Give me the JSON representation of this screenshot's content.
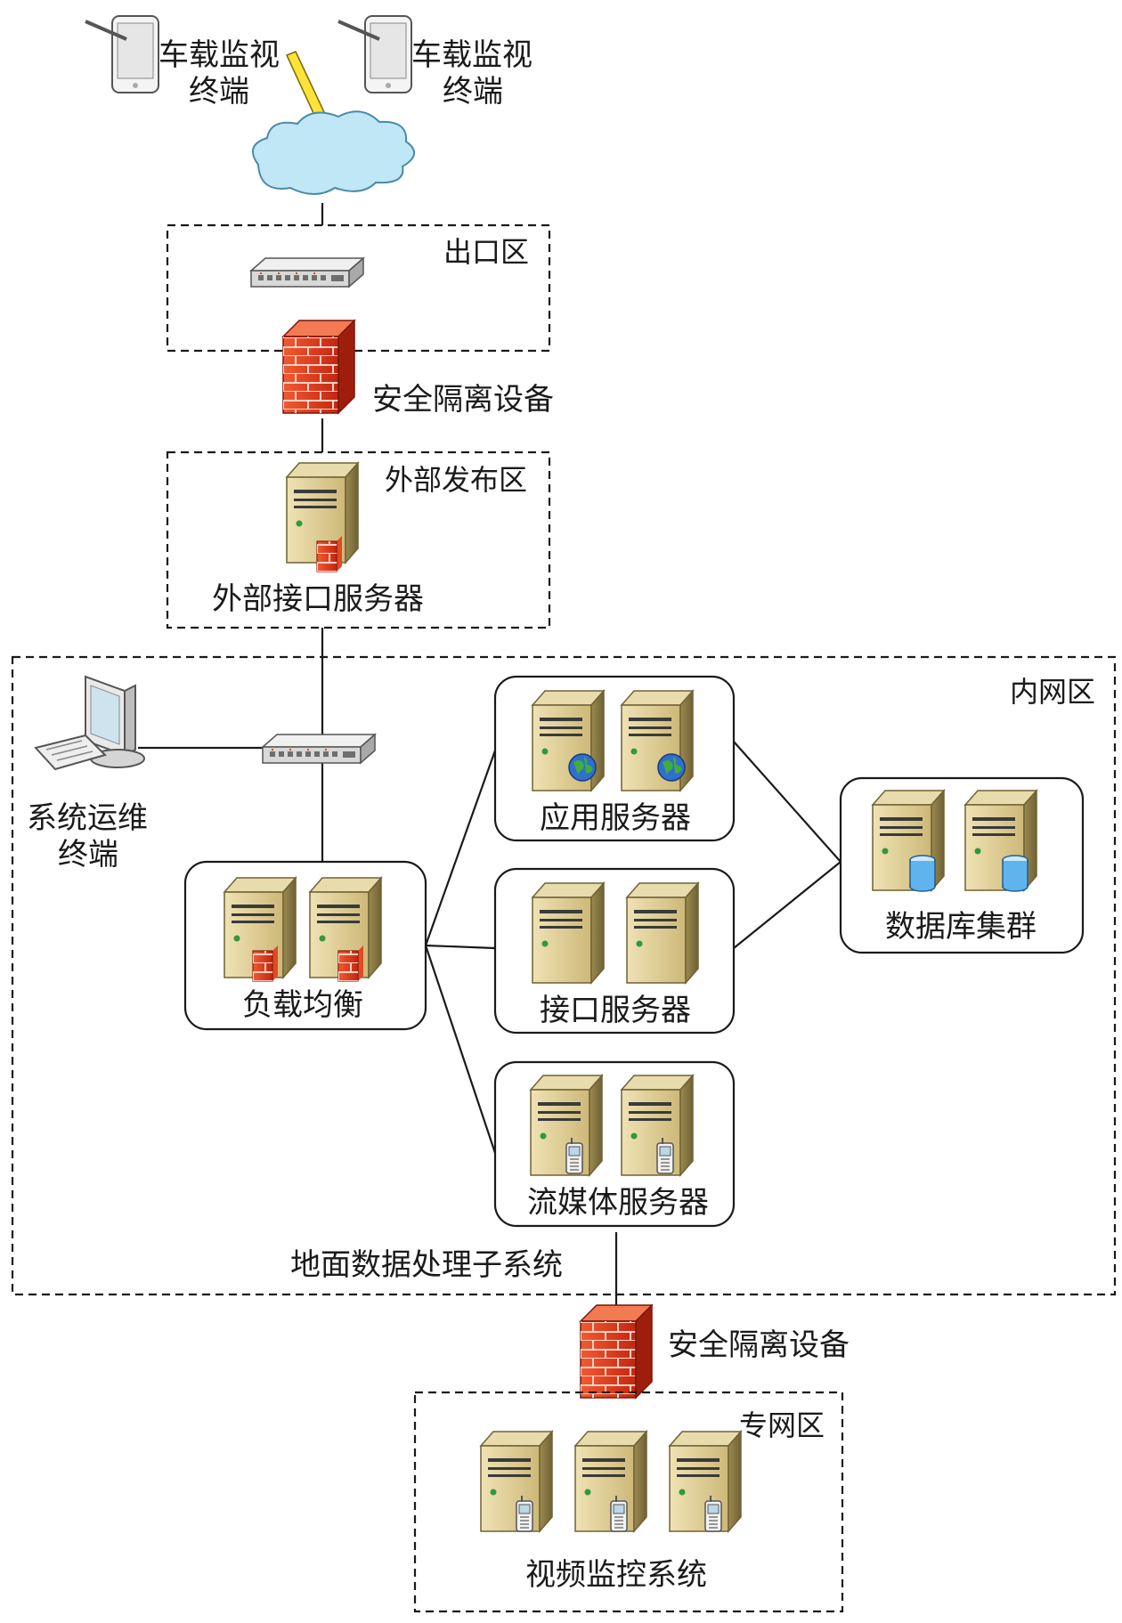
{
  "labels": {
    "terminal_1": [
      "车载监视",
      "终端"
    ],
    "terminal_2": [
      "车载监视",
      "终端"
    ],
    "exit_zone": "出口区",
    "firewall_top": "安全隔离设备",
    "external_zone": "外部发布区",
    "external_interface_server": "外部接口服务器",
    "intranet_zone": "内网区",
    "ops_terminal": [
      "系统运维",
      "终端"
    ],
    "load_balancer": "负载均衡",
    "app_server": "应用服务器",
    "interface_server": "接口服务器",
    "streaming_server": "流媒体服务器",
    "database_cluster": "数据库集群",
    "ground_subsystem": "地面数据处理子系统",
    "firewall_bottom": "安全隔离设备",
    "private_zone": "专网区",
    "video_monitoring": "视频监控系统"
  },
  "icons": {
    "tablet": "tablet-icon",
    "cloud": "cloud-icon",
    "lightning": "lightning-icon",
    "switch": "network-switch-icon",
    "firewall": "firewall-icon",
    "server": "server-icon",
    "workstation": "workstation-icon",
    "globe": "globe-icon",
    "database": "database-icon",
    "phone": "mobile-phone-icon"
  },
  "colors": {
    "server_body": "#d8c58e",
    "server_dark": "#8a7a45",
    "firewall": "#e23a1c",
    "cloud": "#bfe7f5",
    "switch": "#dcdcdc",
    "lines": "#1a1a1a"
  }
}
